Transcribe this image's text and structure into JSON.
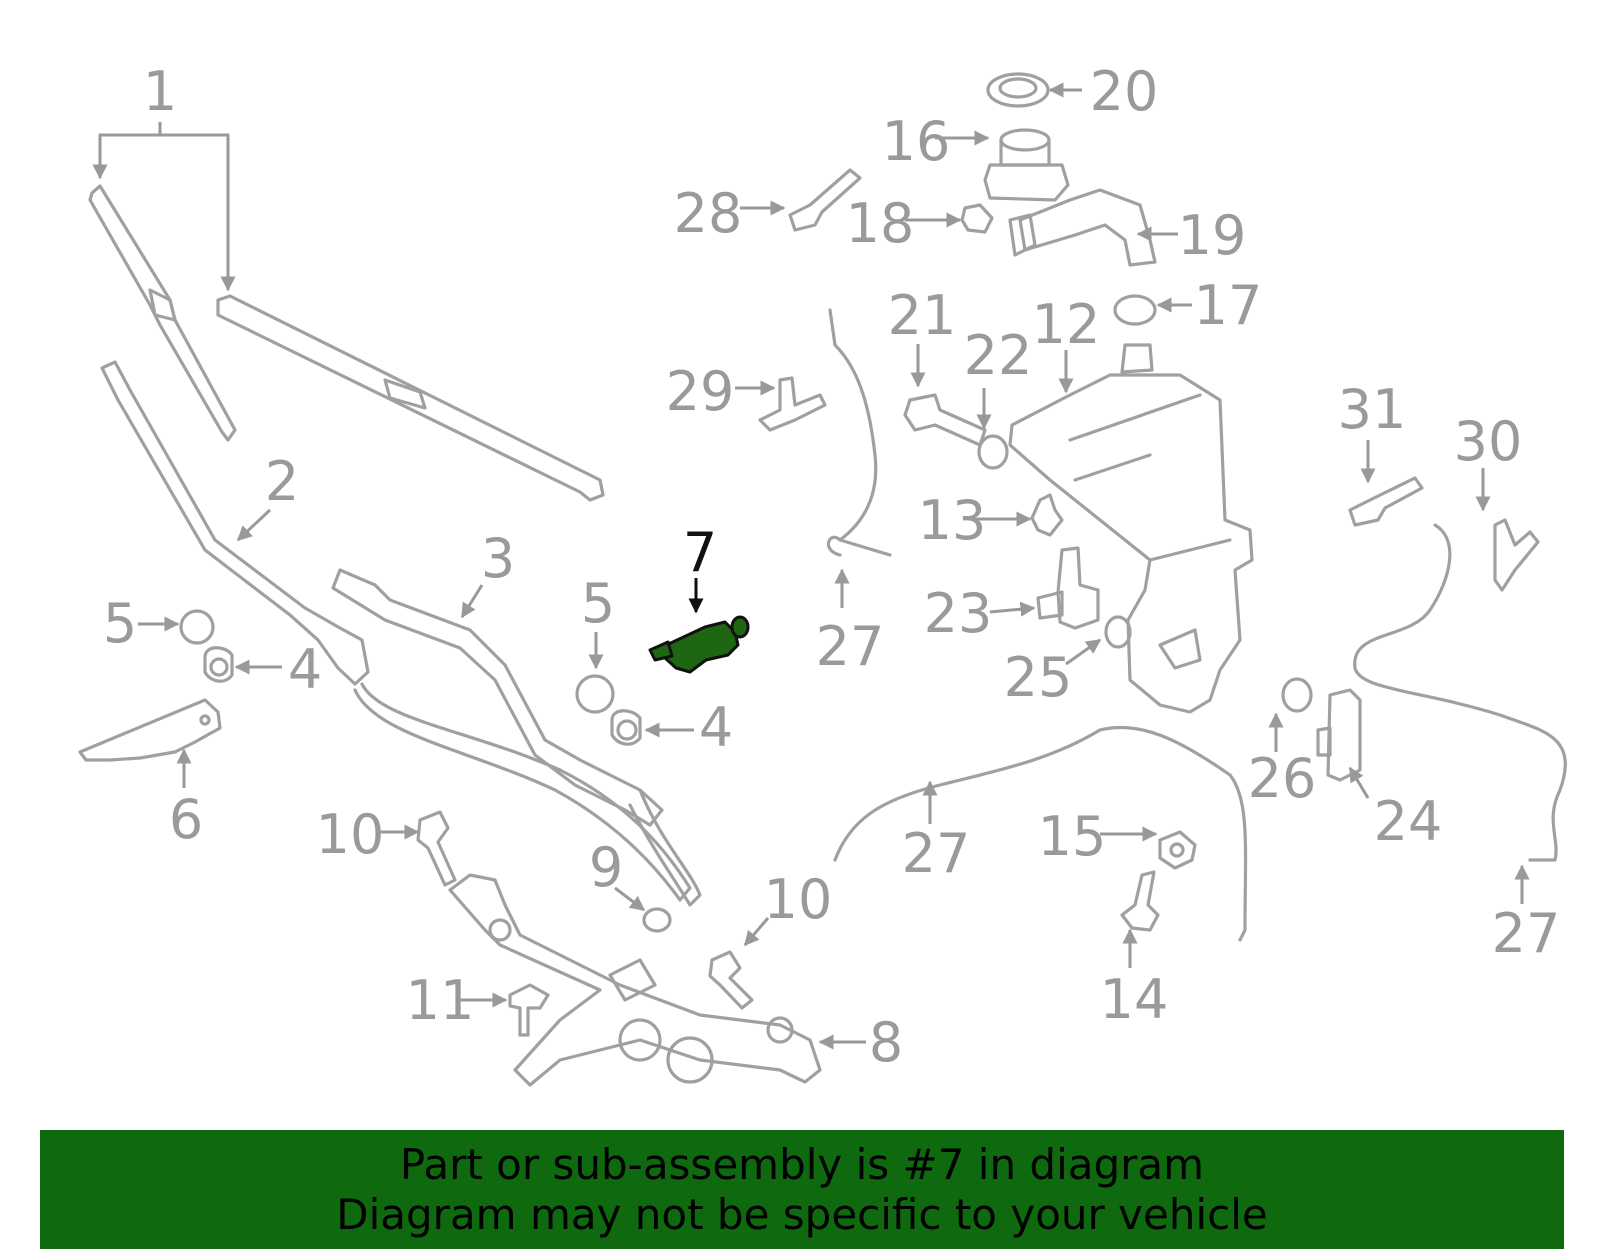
{
  "banner": {
    "line1": "Part or sub-assembly is #7 in diagram",
    "line2": "Diagram may not be specific to your vehicle"
  },
  "callouts": {
    "c1": "1",
    "c2": "2",
    "c3": "3",
    "c4a": "4",
    "c4b": "4",
    "c5a": "5",
    "c5b": "5",
    "c6": "6",
    "c7": "7",
    "c8": "8",
    "c9": "9",
    "c10a": "10",
    "c10b": "10",
    "c11": "11",
    "c12": "12",
    "c13": "13",
    "c14": "14",
    "c15": "15",
    "c16": "16",
    "c17": "17",
    "c18": "18",
    "c19": "19",
    "c20": "20",
    "c21": "21",
    "c22": "22",
    "c23": "23",
    "c24": "24",
    "c25": "25",
    "c26": "26",
    "c27a": "27",
    "c27b": "27",
    "c27c": "27",
    "c28": "28",
    "c29": "29",
    "c30": "30",
    "c31": "31"
  },
  "colors": {
    "highlight_part": "#1e6611",
    "banner": "#0f6a0f",
    "line_art": "#a0a0a0"
  }
}
